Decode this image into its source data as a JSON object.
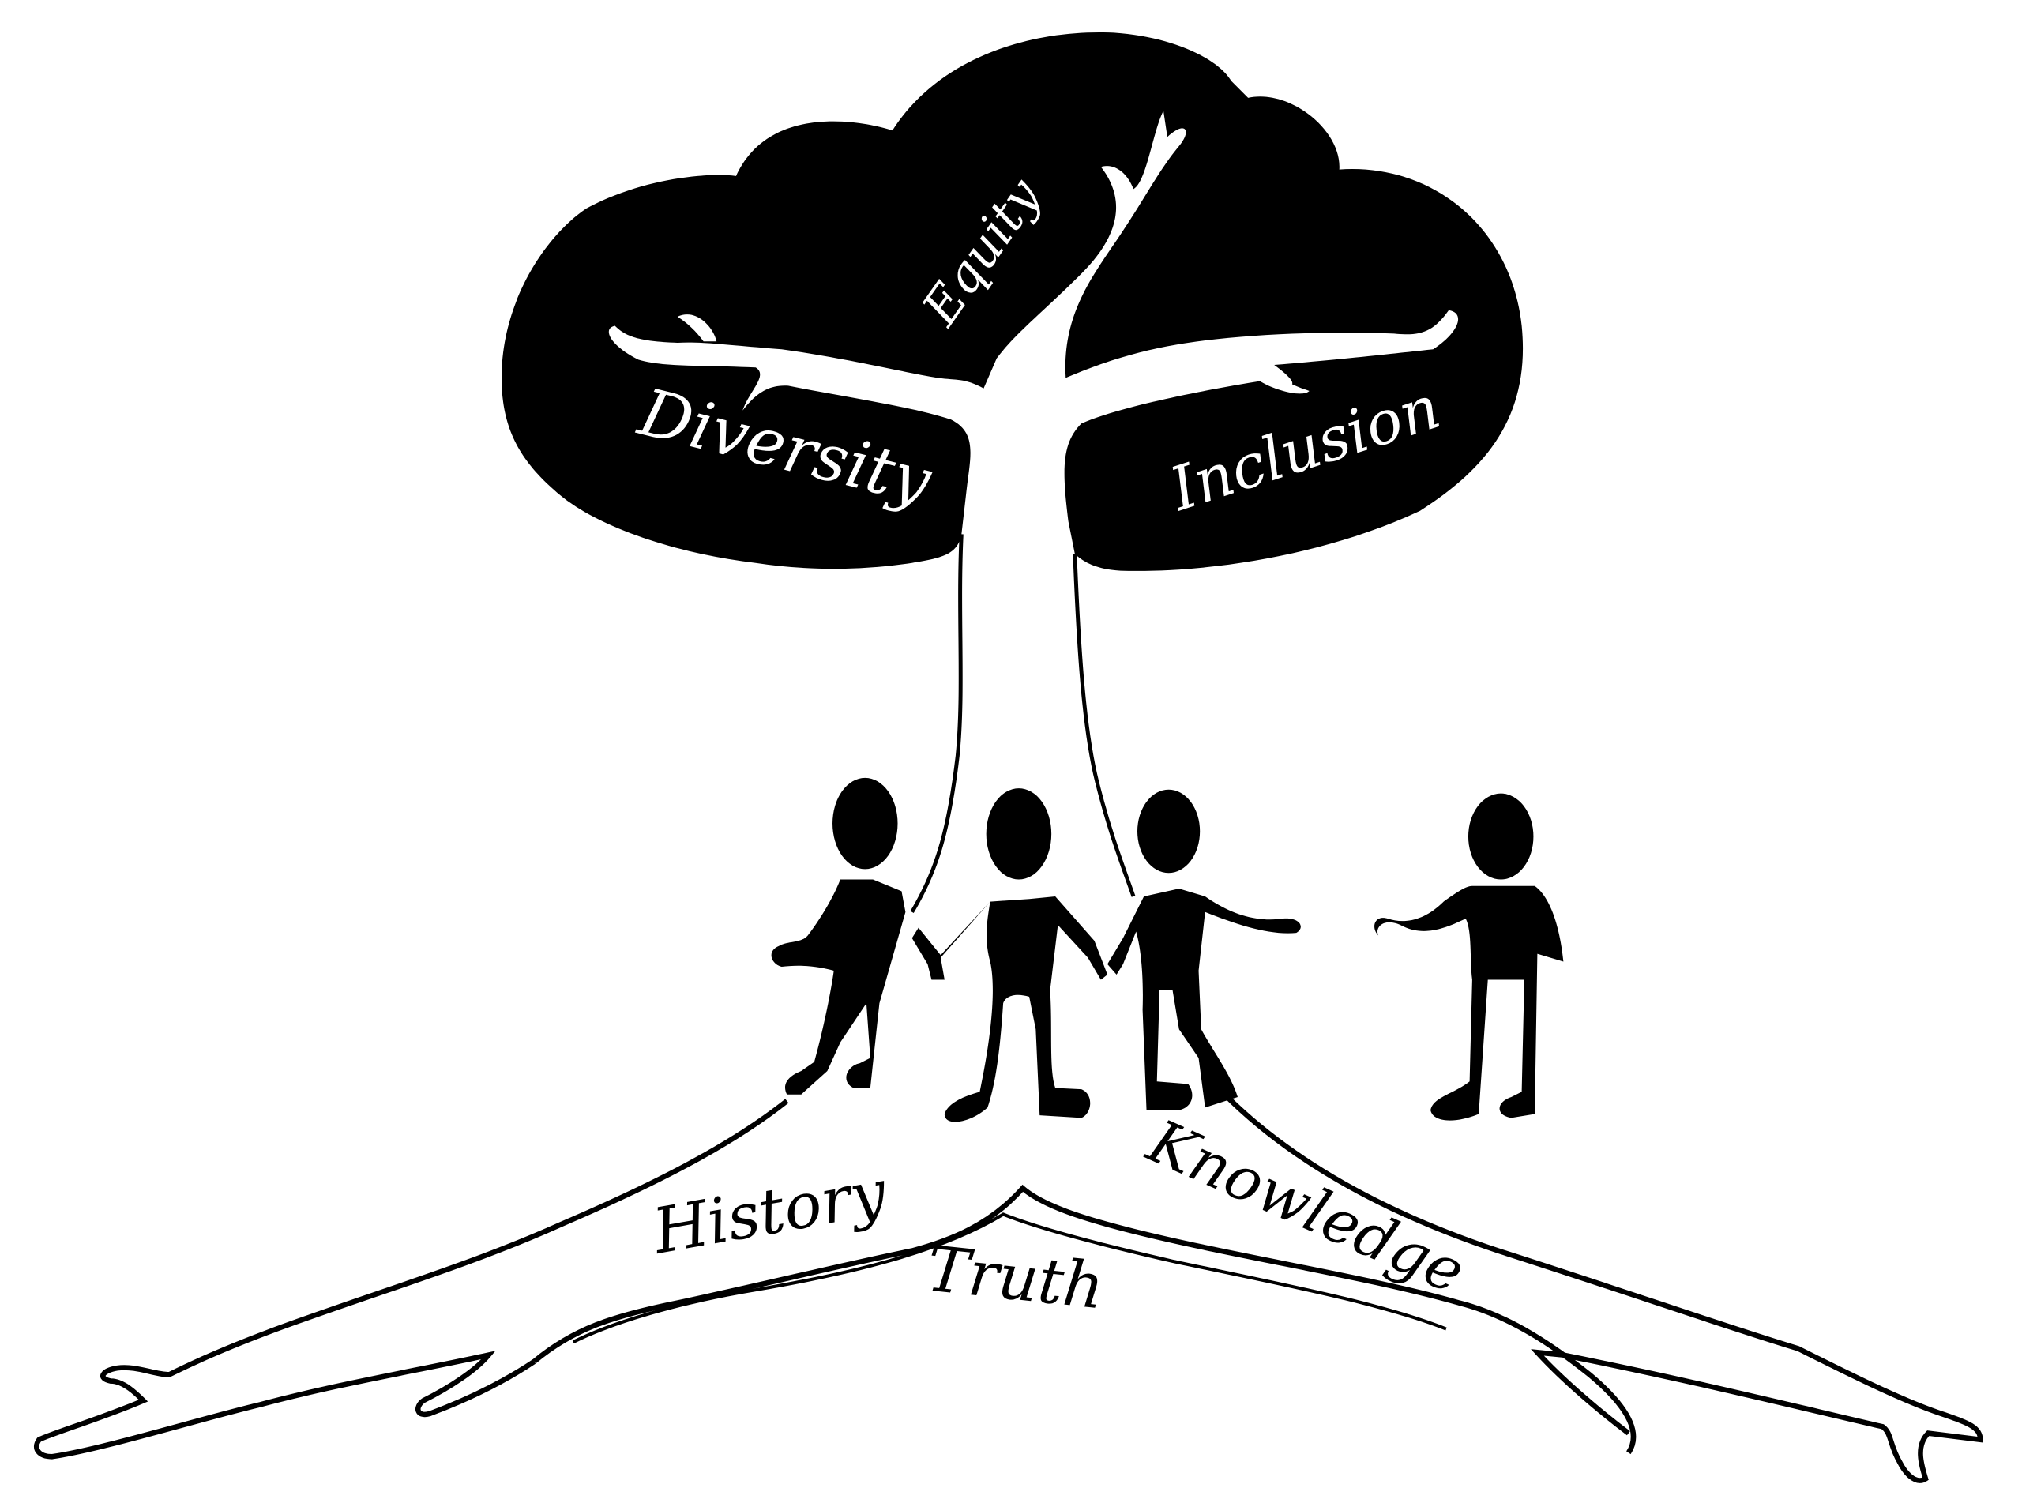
{
  "canopy_words": {
    "equity": "Equity",
    "diversity": "Diversity",
    "inclusion": "Inclusion"
  },
  "root_words": {
    "history": "History",
    "truth": "Truth",
    "knowledge": "Knowledge"
  },
  "colors": {
    "ink": "#000000",
    "paper": "#ffffff"
  },
  "figures": [
    "person-1",
    "person-2",
    "person-3",
    "person-4"
  ]
}
